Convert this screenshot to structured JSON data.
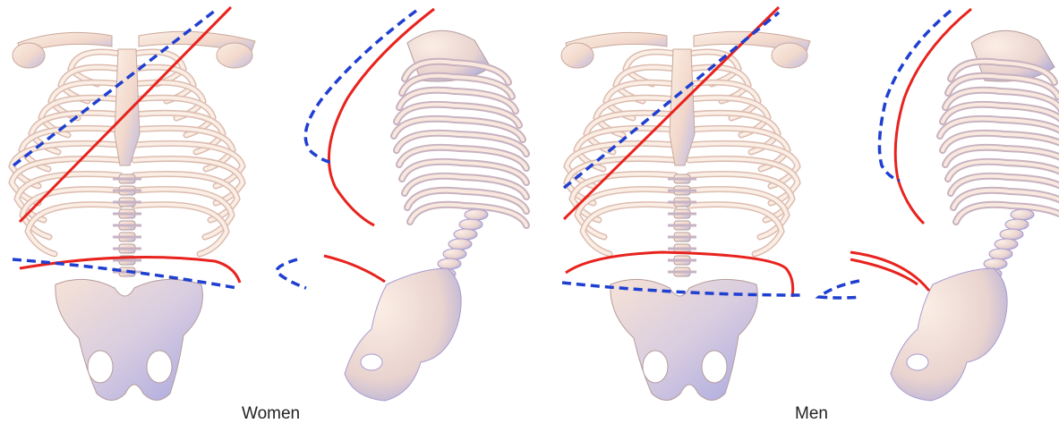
{
  "captions": {
    "women": "Women",
    "men": "Men"
  },
  "colors": {
    "solid_line": "#e8231e",
    "dashed_line": "#1f3fd0",
    "bone_light": "#f7e4d8",
    "bone_shade": "#b7b5e2",
    "bone_edge": "#c9a89a"
  },
  "panels": [
    {
      "group": "women",
      "view": "front"
    },
    {
      "group": "women",
      "view": "side"
    },
    {
      "group": "men",
      "view": "front"
    },
    {
      "group": "men",
      "view": "side"
    }
  ]
}
